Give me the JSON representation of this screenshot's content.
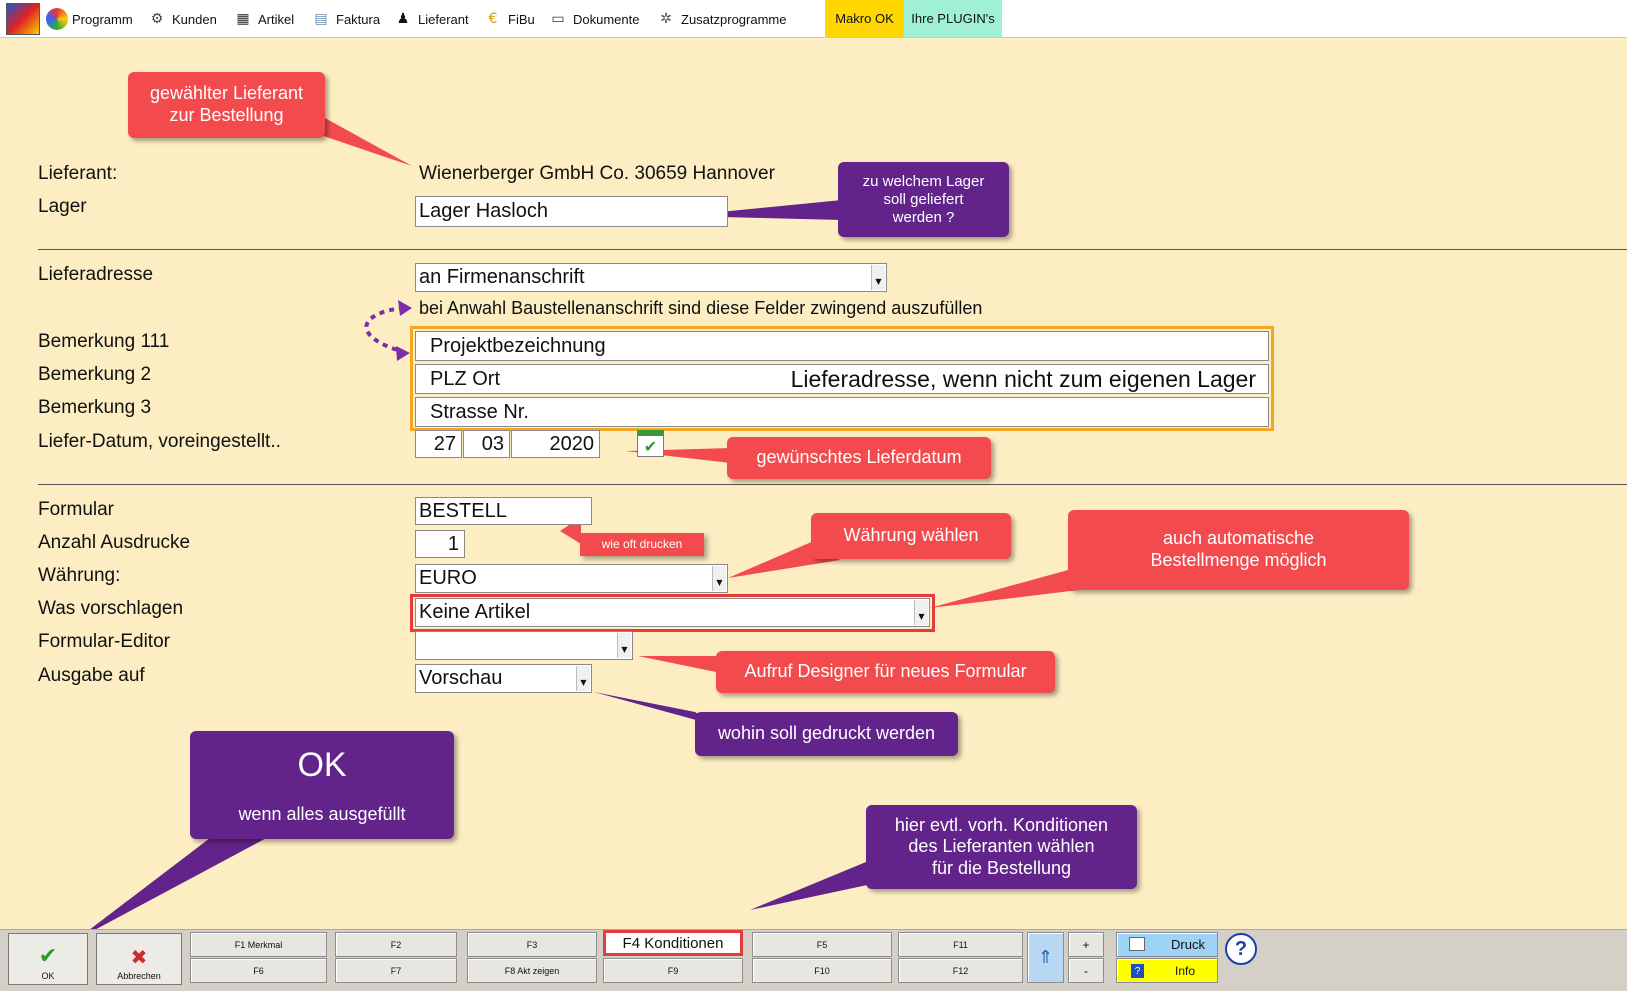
{
  "menubar": {
    "items": [
      {
        "label": "Programm",
        "icon": "program-icon"
      },
      {
        "label": "Kunden",
        "icon": "customers-icon"
      },
      {
        "label": "Artikel",
        "icon": "article-icon"
      },
      {
        "label": "Faktura",
        "icon": "invoice-icon"
      },
      {
        "label": "Lieferant",
        "icon": "supplier-icon"
      },
      {
        "label": "FiBu",
        "icon": "accounting-icon"
      },
      {
        "label": "Dokumente",
        "icon": "documents-icon"
      },
      {
        "label": "Zusatzprogramme",
        "icon": "extra-programs-icon"
      }
    ],
    "makro_label": "Makro OK",
    "plugins_label": "Ihre PLUGIN's",
    "makro_color": "#ffd600",
    "plugins_color": "#9ff0d7"
  },
  "form": {
    "lieferant_label": "Lieferant:",
    "lieferant_value": "Wienerberger GmbH  Co. 30659 Hannover",
    "lager_label": "Lager",
    "lager_value": "Lager Hasloch",
    "lieferadresse_label": "Lieferadresse",
    "lieferadresse_value": "an Firmenanschrift",
    "hint": "bei Anwahl Baustellenanschrift sind diese Felder zwingend auszufüllen",
    "bemerkung1_label": "Bemerkung 111",
    "bemerkung1_value": "Projektbezeichnung",
    "bemerkung2_label": "Bemerkung 2",
    "bemerkung2_value": "PLZ Ort",
    "bemerkung2_overlay": "Lieferadresse, wenn nicht zum eigenen Lager",
    "bemerkung3_label": "Bemerkung 3",
    "bemerkung3_value": "Strasse Nr.",
    "datum_label": "Liefer-Datum, voreingestellt..",
    "datum_day": "27",
    "datum_month": "03",
    "datum_year": "2020",
    "formular_label": "Formular",
    "formular_value": "BESTELL",
    "anzahl_label": "Anzahl Ausdrucke",
    "anzahl_value": "1",
    "waehrung_label": "Währung:",
    "waehrung_value": "EURO",
    "vorschlag_label": "Was vorschlagen",
    "vorschlag_value": "Keine Artikel",
    "editor_label": "Formular-Editor",
    "editor_value": "",
    "ausgabe_label": "Ausgabe auf",
    "ausgabe_value": "Vorschau"
  },
  "callouts": {
    "gewaehlter_lieferant": [
      "gewählter Lieferant",
      "zur Bestellung"
    ],
    "lager": [
      "zu welchem Lager",
      "soll geliefert",
      "werden ?"
    ],
    "lieferdatum": "gewünschtes Lieferdatum",
    "wie_oft": "wie oft drucken",
    "waehrung": "Währung wählen",
    "bestellmenge": [
      "auch automatische",
      "Bestellmenge möglich"
    ],
    "designer": "Aufruf Designer für neues Formular",
    "wohin": "wohin soll gedruckt werden",
    "ok_title": "OK",
    "ok_sub": "wenn alles ausgefüllt",
    "konditionen": [
      "hier evtl. vorh. Konditionen",
      "des Lieferanten wählen",
      "für die Bestellung"
    ]
  },
  "toolbar": {
    "ok_label": "OK",
    "abbrechen_label": "Abbrechen",
    "f1": "F1 Merkmal",
    "f6": "F6",
    "f2": "F2",
    "f7": "F7",
    "f3": "F3",
    "f8": "F8 Akt zeigen",
    "f4": "F4 Konditionen",
    "f9": "F9",
    "f5": "F5",
    "f10": "F10",
    "f11": "F11",
    "f12": "F12",
    "plus": "+",
    "minus": "-",
    "druck": "Druck",
    "info": "Info",
    "help": "?"
  },
  "colors": {
    "background": "#fdedc2",
    "callout_red": "#f34a4d",
    "callout_purple": "#62238a",
    "highlight_orange": "#f5a623"
  }
}
